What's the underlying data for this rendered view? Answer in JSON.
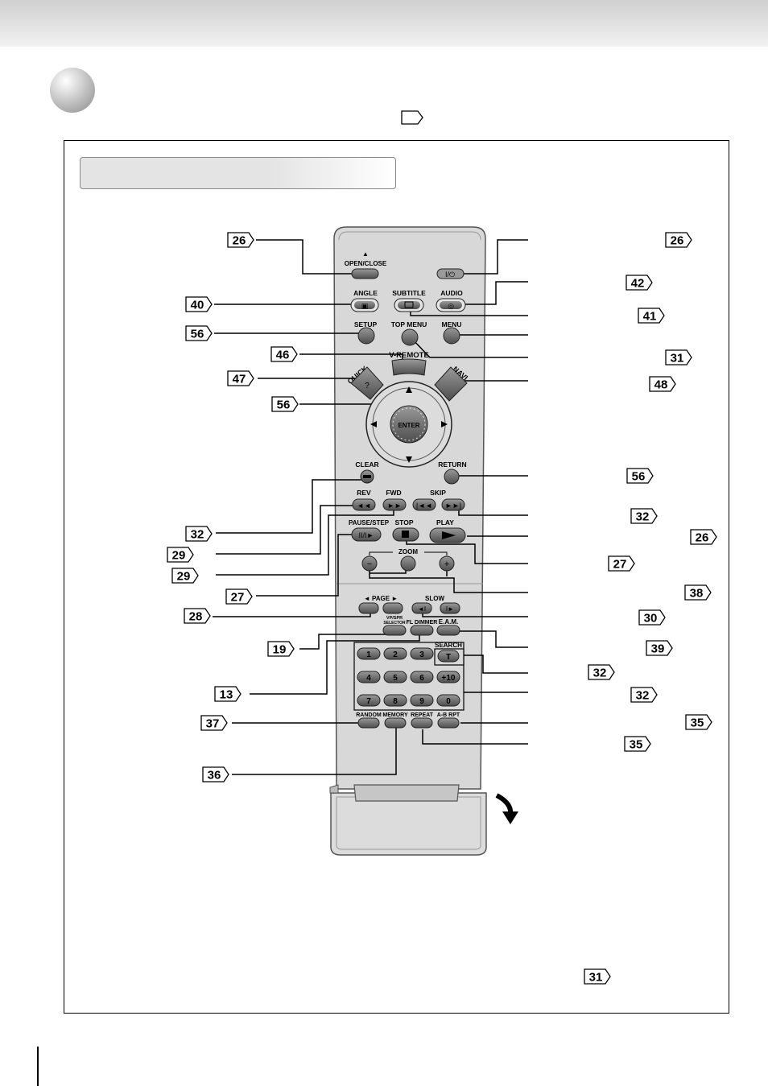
{
  "page_refs": {
    "left": [
      {
        "id": "l-open-close",
        "num": "26"
      },
      {
        "id": "l-angle",
        "num": "40"
      },
      {
        "id": "l-setup",
        "num": "56"
      },
      {
        "id": "l-v-remote",
        "num": "46"
      },
      {
        "id": "l-quick",
        "num": "47"
      },
      {
        "id": "l-enter",
        "num": "56"
      },
      {
        "id": "l-clear",
        "num": "32"
      },
      {
        "id": "l-rev",
        "num": "29"
      },
      {
        "id": "l-fwd",
        "num": "29"
      },
      {
        "id": "l-pause",
        "num": "27"
      },
      {
        "id": "l-page",
        "num": "28"
      },
      {
        "id": "l-vp-selector",
        "num": "19"
      },
      {
        "id": "l-fl-dimmer",
        "num": "13"
      },
      {
        "id": "l-random",
        "num": "37"
      },
      {
        "id": "l-memory",
        "num": "36"
      }
    ],
    "right": [
      {
        "id": "r-power",
        "num": "26"
      },
      {
        "id": "r-audio",
        "num": "42"
      },
      {
        "id": "r-subtitle",
        "num": "41"
      },
      {
        "id": "r-top-menu",
        "num": "31"
      },
      {
        "id": "r-navi",
        "num": "48"
      },
      {
        "id": "r-return",
        "num": "56"
      },
      {
        "id": "r-skip",
        "num": "32"
      },
      {
        "id": "r-play",
        "num": "26"
      },
      {
        "id": "r-stop",
        "num": "27"
      },
      {
        "id": "r-zoom",
        "num": "38"
      },
      {
        "id": "r-slow",
        "num": "30"
      },
      {
        "id": "r-eam",
        "num": "39"
      },
      {
        "id": "r-search",
        "num": "32"
      },
      {
        "id": "r-numbers",
        "num": "32"
      },
      {
        "id": "r-ab-rpt",
        "num": "35"
      },
      {
        "id": "r-repeat",
        "num": "35"
      },
      {
        "id": "r-bottom",
        "num": "31"
      }
    ]
  },
  "buttons": {
    "open_close": "OPEN/CLOSE",
    "angle": "ANGLE",
    "subtitle": "SUBTITLE",
    "audio": "AUDIO",
    "setup": "SETUP",
    "top_menu": "TOP MENU",
    "menu": "MENU",
    "v_remote": "V-REMOTE",
    "quick": "QUICK",
    "navi": "NAVI",
    "enter": "ENTER",
    "clear": "CLEAR",
    "return": "RETURN",
    "rev": "REV",
    "fwd": "FWD",
    "skip": "SKIP",
    "pause_step": "PAUSE/STEP",
    "stop": "STOP",
    "play": "PLAY",
    "zoom": "ZOOM",
    "page": "◄ PAGE ►",
    "slow": "SLOW",
    "vp_selector_1": "VP/SPR",
    "vp_selector_2": "SELECTOR",
    "fl_dimmer": "FL DIMMER",
    "eam": "E.A.M.",
    "search": "SEARCH",
    "search_key": "T",
    "random": "RANDOM",
    "memory": "MEMORY",
    "repeat": "REPEAT",
    "ab_rpt": "A-B RPT",
    "num1": "1",
    "num2": "2",
    "num3": "3",
    "num4": "4",
    "num5": "5",
    "num6": "6",
    "num_plus10": "+10",
    "num7": "7",
    "num8": "8",
    "num9": "9",
    "num0": "0"
  }
}
